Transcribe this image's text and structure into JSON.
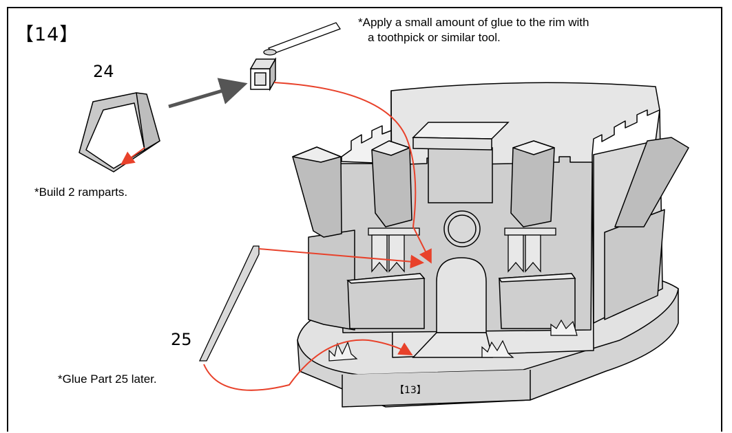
{
  "step_title": "【14】",
  "part_24_label": "24",
  "part_25_label": "25",
  "glue_note_line1": "*Apply a small amount of glue to the rim with",
  "glue_note_line2": "a toothpick or similar tool.",
  "ramparts_note": "*Build 2 ramparts.",
  "part25_note": "*Glue Part 25 later.",
  "base_ref_label": "【13】",
  "colors": {
    "outline": "#000000",
    "part_fill": "#d4d4d4",
    "dark_fill": "#9c9c9c",
    "arrow_red": "#e8412a",
    "arrow_gray": "#555555"
  }
}
